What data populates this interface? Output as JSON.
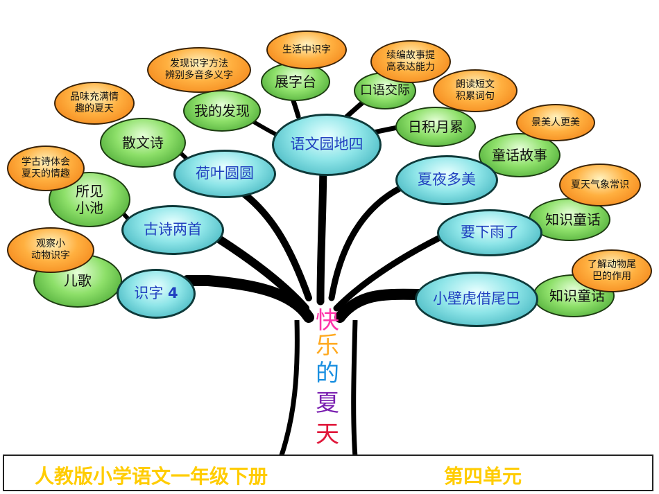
{
  "title_chars": [
    "快",
    "乐",
    "的",
    "夏",
    "天"
  ],
  "main_nodes": {
    "shizi4_pre": "识字",
    "shizi4_num": "4",
    "gushi": "古诗两首",
    "heye": "荷叶圆圆",
    "yuwen": "语文园地四",
    "xiaye": "夏夜多美",
    "yaoxia": "要下雨了",
    "bihu": "小壁虎借尾巴"
  },
  "green_nodes": {
    "erge": "儿歌",
    "suojian": "所见\n小池",
    "sanwen": "散文诗",
    "faxian": "我的发现",
    "zhanzi": "展字台",
    "kouyu": "口语交际",
    "riji": "日积月累",
    "tonghua": "童话故事",
    "zhishi1": "知识童话",
    "zhishi2": "知识童话"
  },
  "orange_nodes": {
    "guancha": "观察小\n动物识字",
    "xuegushi": "学古诗体会\n夏天的情趣",
    "pinwei": "品味充满情\n趣的夏天",
    "faxianfangfa": "发现识字方法\n辨别多音多义字",
    "shenghuo": "生活中识字",
    "xubian": "续编故事提\n高表达能力",
    "langdu": "朗读短文\n积累词句",
    "jingmei": "景美人更美",
    "qixiang": "夏天气象常识",
    "liaojie": "了解动物尾\n巴的作用"
  },
  "footer": {
    "left": "人教版小学语文一年级下册",
    "right": "第四单元"
  },
  "colors": {
    "title": [
      "#ff33aa",
      "#ffaa22",
      "#1a8fe0",
      "#7a1fb0",
      "#e0173a"
    ],
    "footer_text": "#ffcc00",
    "branch": "#000000"
  }
}
